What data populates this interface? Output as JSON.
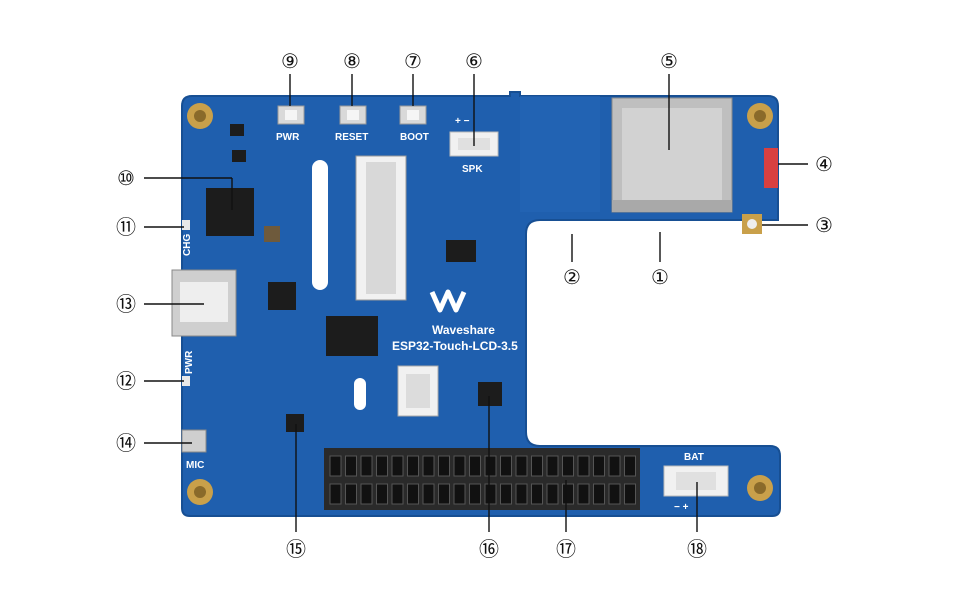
{
  "board": {
    "brand": "Waveshare",
    "model": "ESP32-Touch-LCD-3.5",
    "colors": {
      "pcb": "#1f5fae",
      "pcb_dark": "#174f93",
      "gold": "#c9a04a",
      "chip": "#1c1c1c",
      "white_conn": "#f1f1f1"
    }
  },
  "silkscreen": {
    "pwr_btn": "PWR",
    "reset_btn": "RESET",
    "boot_btn": "BOOT",
    "spk": "SPK",
    "spk_polarity": "+  −",
    "chg": "CHG",
    "pwr_led": "PWR",
    "mic": "MIC",
    "bat": "BAT",
    "bat_polarity": "−      +"
  },
  "callouts": [
    {
      "id": "c1",
      "number": "①"
    },
    {
      "id": "c2",
      "number": "②"
    },
    {
      "id": "c3",
      "number": "③"
    },
    {
      "id": "c4",
      "number": "④"
    },
    {
      "id": "c5",
      "number": "⑤"
    },
    {
      "id": "c6",
      "number": "⑥"
    },
    {
      "id": "c7",
      "number": "⑦"
    },
    {
      "id": "c8",
      "number": "⑧"
    },
    {
      "id": "c9",
      "number": "⑨"
    },
    {
      "id": "c10",
      "number": "⑩"
    },
    {
      "id": "c11",
      "number": "⑪"
    },
    {
      "id": "c12",
      "number": "⑫"
    },
    {
      "id": "c13",
      "number": "⑬"
    },
    {
      "id": "c14",
      "number": "⑭"
    },
    {
      "id": "c15",
      "number": "⑮"
    },
    {
      "id": "c16",
      "number": "⑯"
    },
    {
      "id": "c17",
      "number": "⑰"
    },
    {
      "id": "c18",
      "number": "⑱"
    }
  ]
}
